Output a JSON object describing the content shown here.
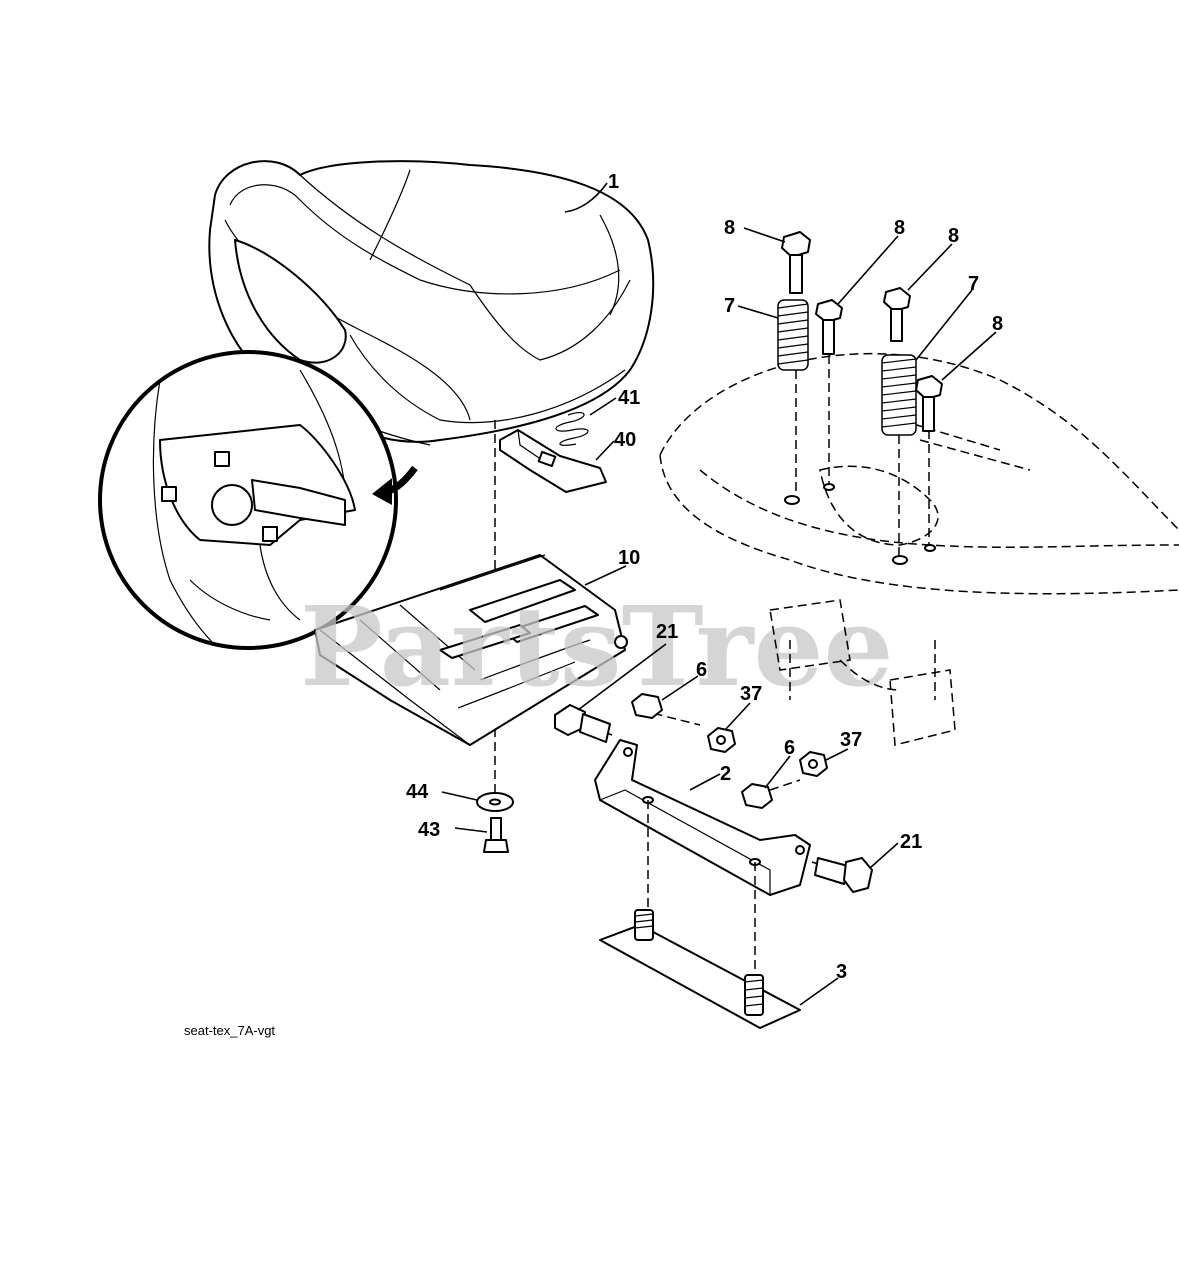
{
  "diagram": {
    "watermark": "PartsTree",
    "caption": "seat-tex_7A-vgt",
    "callouts": [
      {
        "id": "c1",
        "label": "1"
      },
      {
        "id": "c8a",
        "label": "8"
      },
      {
        "id": "c8b",
        "label": "8"
      },
      {
        "id": "c8c",
        "label": "8"
      },
      {
        "id": "c8d",
        "label": "8"
      },
      {
        "id": "c7a",
        "label": "7"
      },
      {
        "id": "c7b",
        "label": "7"
      },
      {
        "id": "c41",
        "label": "41"
      },
      {
        "id": "c40",
        "label": "40"
      },
      {
        "id": "c10",
        "label": "10"
      },
      {
        "id": "c21a",
        "label": "21"
      },
      {
        "id": "c6a",
        "label": "6"
      },
      {
        "id": "c37a",
        "label": "37"
      },
      {
        "id": "c6b",
        "label": "6"
      },
      {
        "id": "c37b",
        "label": "37"
      },
      {
        "id": "c2",
        "label": "2"
      },
      {
        "id": "c44",
        "label": "44"
      },
      {
        "id": "c43",
        "label": "43"
      },
      {
        "id": "c21b",
        "label": "21"
      },
      {
        "id": "c3",
        "label": "3"
      }
    ]
  }
}
